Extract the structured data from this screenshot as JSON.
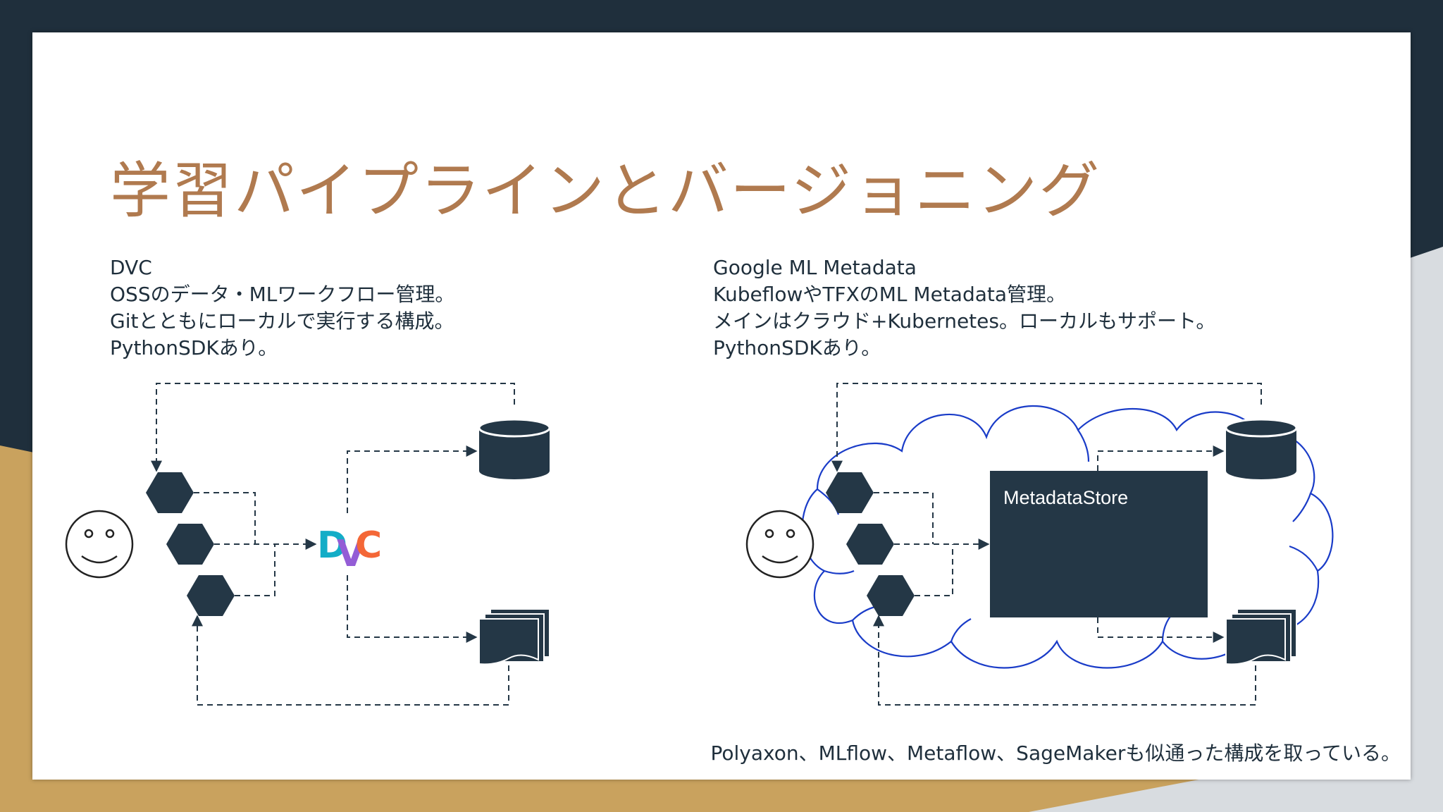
{
  "title": "学習パイプラインとバージョニング",
  "dvc": {
    "lines": [
      "DVC",
      "OSSのデータ・MLワークフロー管理。",
      "Gitとともにローカルで実行する構成。",
      "PythonSDKあり。"
    ],
    "logo_text": "DVC"
  },
  "mlmd": {
    "lines": [
      "Google ML Metadata",
      "KubeflowやTFXのML Metadata管理。",
      "メインはクラウド+Kubernetes。ローカルもサポート。",
      "PythonSDKあり。"
    ],
    "store_label": "MetadataStore"
  },
  "footer": "Polyaxon、MLflow、Metaflow、SageMakerも似通った構成を取っている。",
  "colors": {
    "title": "#b07a4f",
    "dark": "#243746",
    "cloud_stroke": "#1a3cc8",
    "accent_gold": "#c9a25e",
    "logo_d": "#13adc7",
    "logo_v": "#945dd6",
    "logo_c": "#f46737"
  },
  "icons": [
    "smiley-face-icon",
    "hexagon-icon",
    "database-cylinder-icon",
    "document-stack-icon",
    "cloud-icon"
  ]
}
